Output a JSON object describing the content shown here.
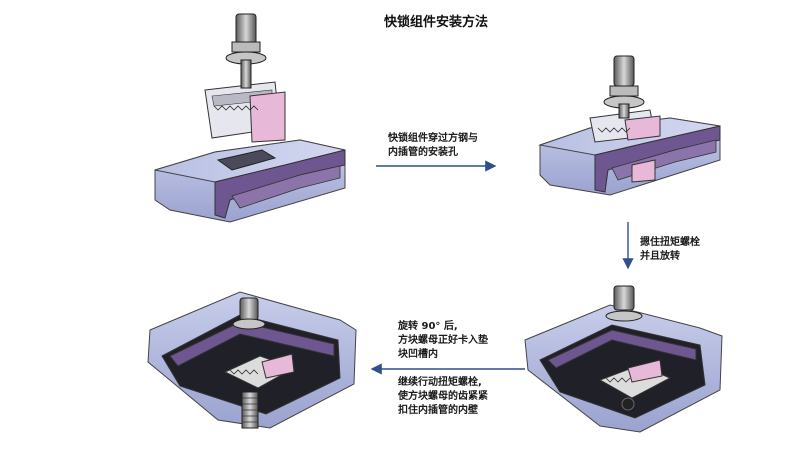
{
  "title": "快锁组件安装方法",
  "steps": {
    "step1": {
      "line1": "快锁组件穿过方钢与",
      "line2": "内插管的安装孔"
    },
    "step2": {
      "line1": "摁住扭矩螺栓",
      "line2": "并且放转"
    },
    "step3": {
      "line1": "旋转 90° 后,",
      "line2": "方块螺母正好卡入垫",
      "line3": "块凹槽内",
      "line4": "继续行动扭矩螺栓,",
      "line5": "使方块螺母的齿紧紧",
      "line6": "扣住内插管的内壁"
    }
  },
  "colors": {
    "body_blue": "#aab2da",
    "body_purple": "#6e5690",
    "clip_pink": "#e8b8d8",
    "arrow": "#2f4f8f"
  }
}
